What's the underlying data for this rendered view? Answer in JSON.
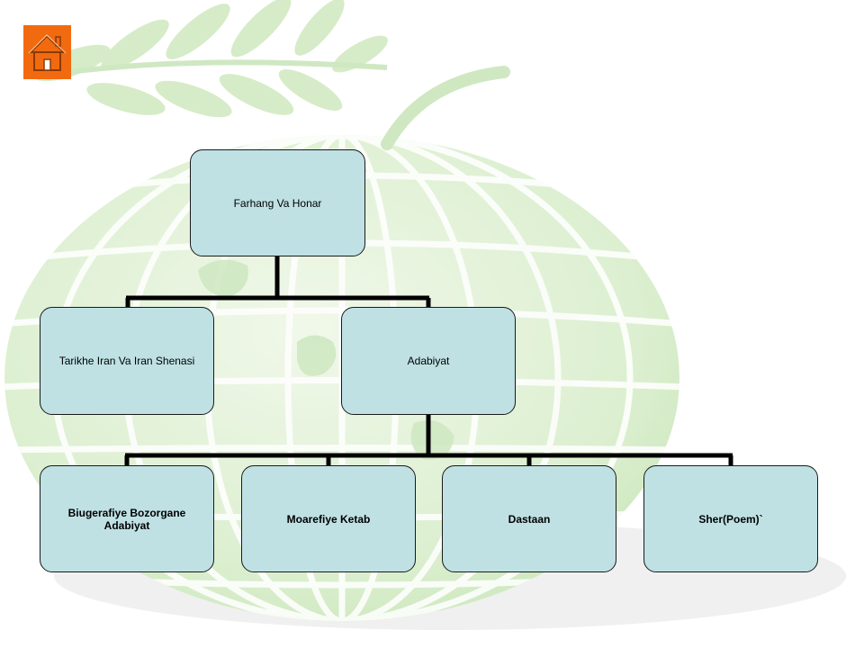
{
  "diagram": {
    "root": {
      "label": "Farhang Va Honar"
    },
    "level1": [
      {
        "label": "Tarikhe Iran Va Iran Shenasi"
      },
      {
        "label": "Adabiyat"
      }
    ],
    "level2": [
      {
        "label": "Biugerafiye Bozorgane Adabiyat"
      },
      {
        "label": "Moarefiye Ketab"
      },
      {
        "label": "Dastaan"
      },
      {
        "label": "Sher(Poem)`"
      }
    ]
  },
  "colors": {
    "node_fill": "#bfe1e4",
    "connector": "#000000",
    "home_button": "#f26a10",
    "globe_tint": "#dcefd0"
  },
  "icons": {
    "home_button": "house-icon",
    "background": "globe-with-wheat-watermark"
  }
}
